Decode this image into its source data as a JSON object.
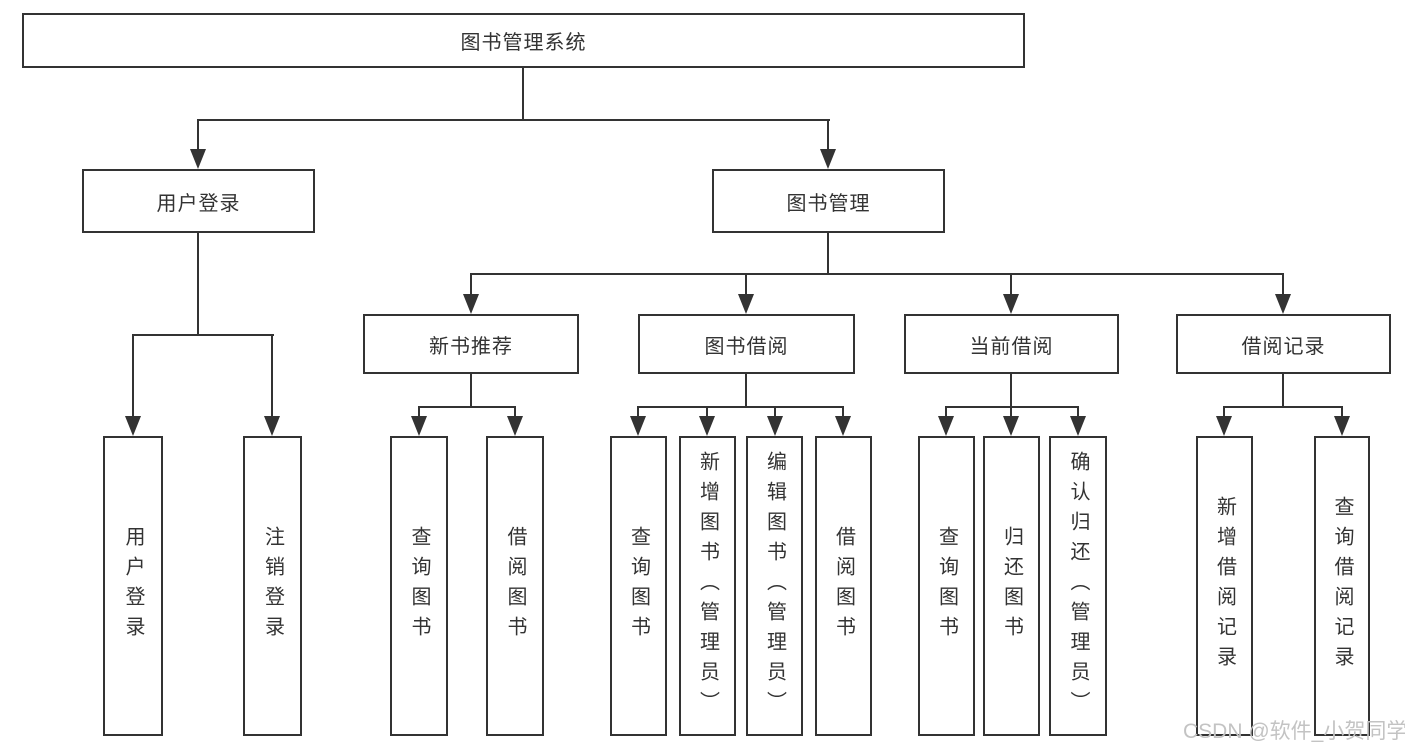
{
  "tree": {
    "label": "图书管理系统",
    "children": [
      {
        "label": "用户登录",
        "children": [
          {
            "label": "用户登录"
          },
          {
            "label": "注销登录"
          }
        ]
      },
      {
        "label": "图书管理",
        "children": [
          {
            "label": "新书推荐",
            "children": [
              {
                "label": "查询图书"
              },
              {
                "label": "借阅图书"
              }
            ]
          },
          {
            "label": "图书借阅",
            "children": [
              {
                "label": "查询图书"
              },
              {
                "label": "新增图书（管理员）"
              },
              {
                "label": "编辑图书（管理员）"
              },
              {
                "label": "借阅图书"
              }
            ]
          },
          {
            "label": "当前借阅",
            "children": [
              {
                "label": "查询图书"
              },
              {
                "label": "归还图书"
              },
              {
                "label": "确认归还（管理员）"
              }
            ]
          },
          {
            "label": "借阅记录",
            "children": [
              {
                "label": "新增借阅记录"
              },
              {
                "label": "查询借阅记录"
              }
            ]
          }
        ]
      }
    ]
  },
  "watermark": {
    "text": "CSDN @软件_小贺同学",
    "color": "#c3c3c3"
  },
  "colors": {
    "line": "#333333",
    "text": "#333333",
    "background": "#ffffff"
  }
}
